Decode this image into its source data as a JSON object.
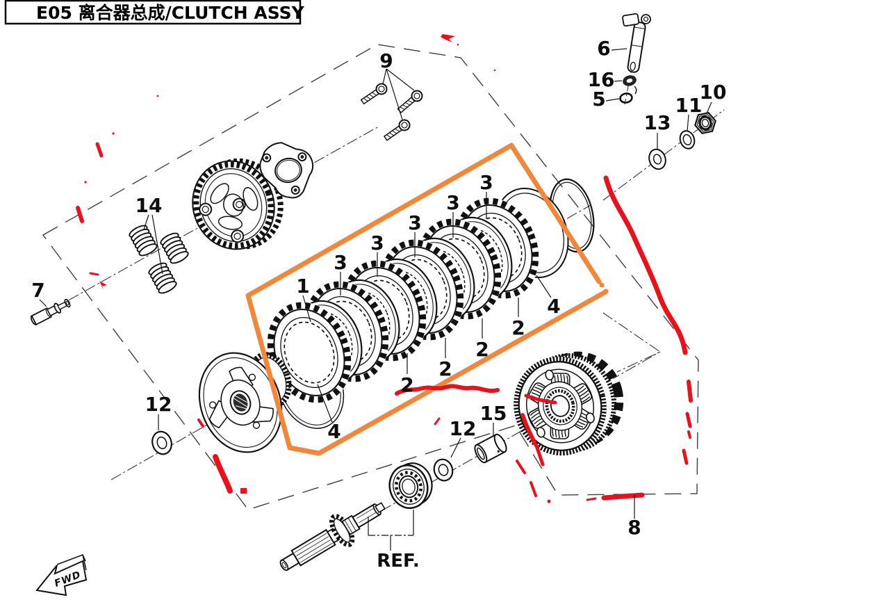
{
  "title": {
    "code_and_name": "E05 离合器总成/CLUTCH ASSY"
  },
  "colors": {
    "highlight_orange": "#f0873a",
    "annotation_red": "#e8111c",
    "line_black": "#111111"
  },
  "callouts": {
    "part1": "1",
    "part2": "2",
    "part3": "3",
    "part4": "4",
    "part5": "5",
    "part6": "6",
    "part7": "7",
    "part8": "8",
    "part9": "9",
    "part10": "10",
    "part11": "11",
    "part12": "12",
    "part13": "13",
    "part14": "14",
    "part15": "15",
    "part16": "16"
  },
  "annotations": {
    "reference": "REF.",
    "forward": "FWD"
  }
}
